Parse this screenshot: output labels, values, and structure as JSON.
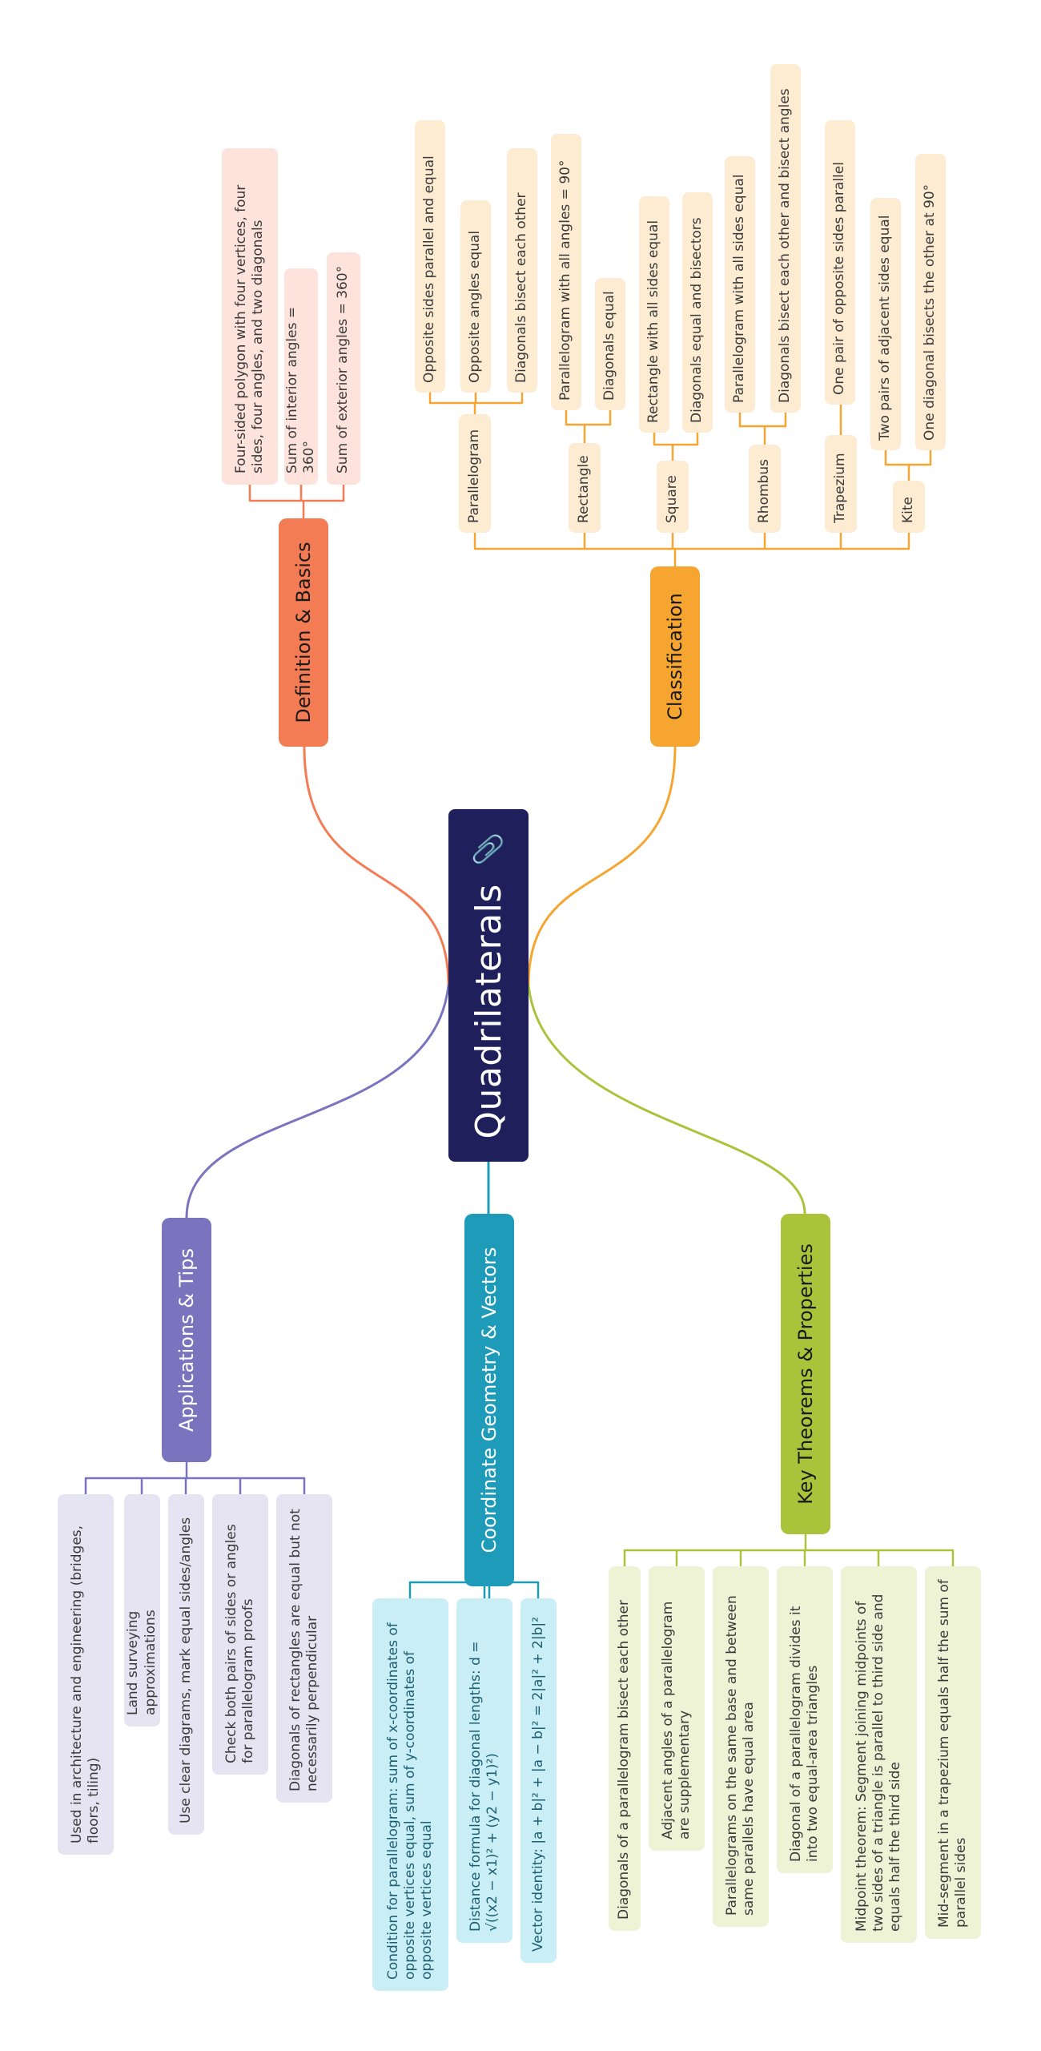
{
  "root": {
    "title": "Quadrilaterals",
    "icon": "paperclip-icon"
  },
  "colors": {
    "root": "#1f1f5c",
    "definition": "#f47c54",
    "classification": "#f6a531",
    "theorems": "#a9c43a",
    "coordinate": "#1e9bb8",
    "applications": "#7a74bf"
  },
  "definition": {
    "label": "Definition & Basics",
    "items": [
      "Four-sided polygon with four vertices, four sides, four angles, and two diagonals",
      "Sum of interior angles = 360°",
      "Sum of exterior angles = 360°"
    ]
  },
  "classification": {
    "label": "Classification",
    "types": [
      {
        "name": "Parallelogram",
        "props": [
          "Opposite sides parallel and equal",
          "Opposite angles equal",
          "Diagonals bisect each other"
        ]
      },
      {
        "name": "Rectangle",
        "props": [
          "Parallelogram with all angles = 90°",
          "Diagonals equal"
        ]
      },
      {
        "name": "Square",
        "props": [
          "Rectangle with all sides equal",
          "Diagonals equal and bisectors"
        ]
      },
      {
        "name": "Rhombus",
        "props": [
          "Parallelogram with all sides equal",
          "Diagonals bisect each other and bisect angles"
        ]
      },
      {
        "name": "Trapezium",
        "props": [
          "One pair of opposite sides parallel"
        ]
      },
      {
        "name": "Kite",
        "props": [
          "Two pairs of adjacent sides equal",
          "One diagonal bisects the other at 90°"
        ]
      }
    ]
  },
  "theorems": {
    "label": "Key Theorems & Properties",
    "items": [
      "Diagonals of a parallelogram bisect each other",
      "Adjacent angles of a parallelogram are supplementary",
      "Parallelograms on the same base and between same parallels have equal area",
      "Diagonal of a parallelogram divides it into two equal-area triangles",
      "Midpoint theorem: Segment joining midpoints of two sides of a triangle is parallel to third side and equals half the third side",
      "Mid-segment in a trapezium equals half the sum of parallel sides"
    ]
  },
  "coordinate": {
    "label": "Coordinate Geometry & Vectors",
    "items": [
      "Condition for parallelogram: sum of x-coordinates of opposite vertices equal, sum of y-coordinates of opposite vertices equal",
      "Distance formula for diagonal lengths: d = √((x2 − x1)² + (y2 − y1)²)",
      "Vector identity: |a + b|² + |a − b|² = 2|a|² + 2|b|²"
    ]
  },
  "applications": {
    "label": "Applications & Tips",
    "items": [
      "Used in architecture and engineering (bridges, floors, tiling)",
      "Land surveying approximations",
      "Use clear diagrams, mark equal sides/angles",
      "Check both pairs of sides or angles for parallelogram proofs",
      "Diagonals of rectangles are equal but not necessarily perpendicular"
    ]
  }
}
